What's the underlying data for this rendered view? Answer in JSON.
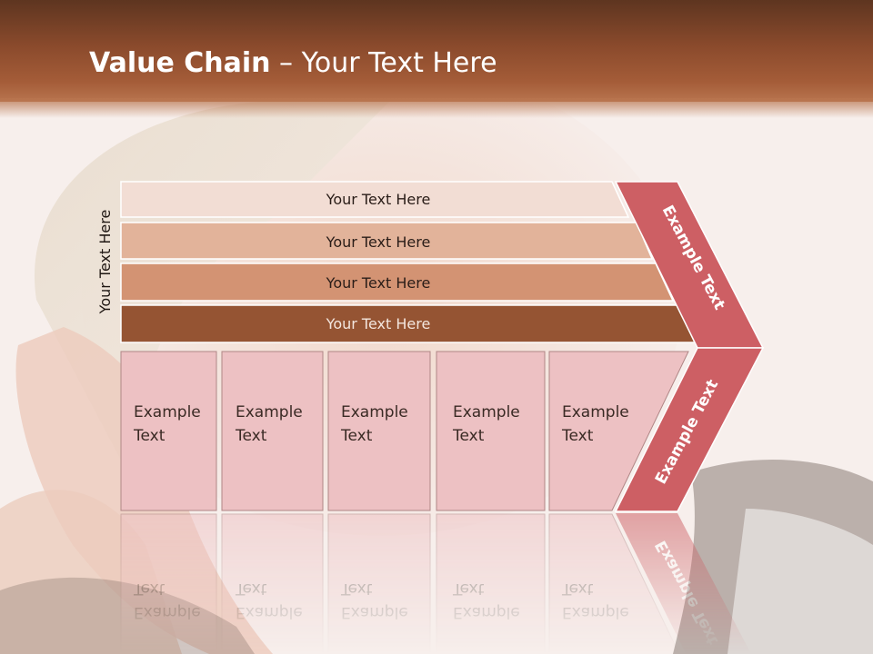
{
  "title": {
    "bold": "Value Chain",
    "rest": " – Your Text Here"
  },
  "side_label": "Your Text Here",
  "bars": [
    {
      "label": "Your Text Here",
      "fill": "#f2ddd4"
    },
    {
      "label": "Your Text Here",
      "fill": "#e2b39a"
    },
    {
      "label": "Your Text Here",
      "fill": "#d39373"
    },
    {
      "label": "Your Text Here",
      "fill": "#955433"
    }
  ],
  "cells": [
    {
      "line1": "Example",
      "line2": "Text"
    },
    {
      "line1": "Example",
      "line2": "Text"
    },
    {
      "line1": "Example",
      "line2": "Text"
    },
    {
      "line1": "Example",
      "line2": "Text"
    },
    {
      "line1": "Example",
      "line2": "Text"
    }
  ],
  "chevron": {
    "upper_label": "Example Text",
    "lower_label": "Example Text",
    "fill": "#cd5f64"
  },
  "colors": {
    "header": "#8a4a2c",
    "cell_fill": "#edc1c3",
    "cell_stroke": "#b08686",
    "text": "#3a2a24"
  }
}
